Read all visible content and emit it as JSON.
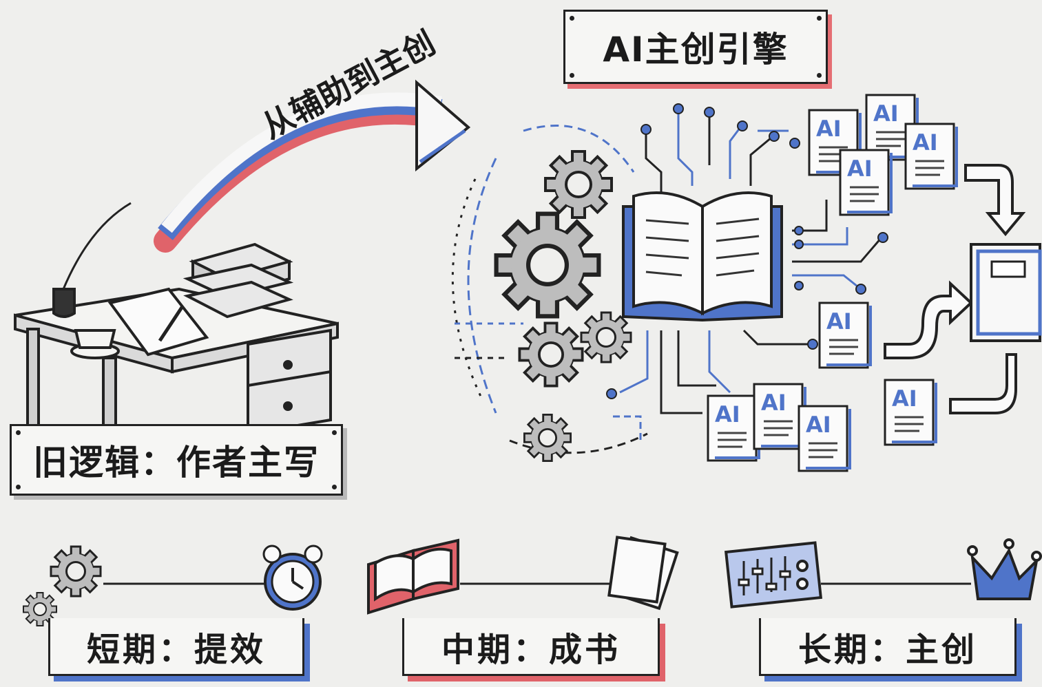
{
  "title": "AI主创引擎",
  "arrow_label": "从辅助到主创",
  "old_logic": "旧逻辑：作者主写",
  "doc_badge": "AI",
  "phases": [
    {
      "label": "短期：提效"
    },
    {
      "label": "中期：成书"
    },
    {
      "label": "长期：主创"
    }
  ],
  "colors": {
    "accent_blue": "#4f74c9",
    "accent_red": "#e0636a",
    "ink": "#222222",
    "paper": "#f6f6f4"
  }
}
